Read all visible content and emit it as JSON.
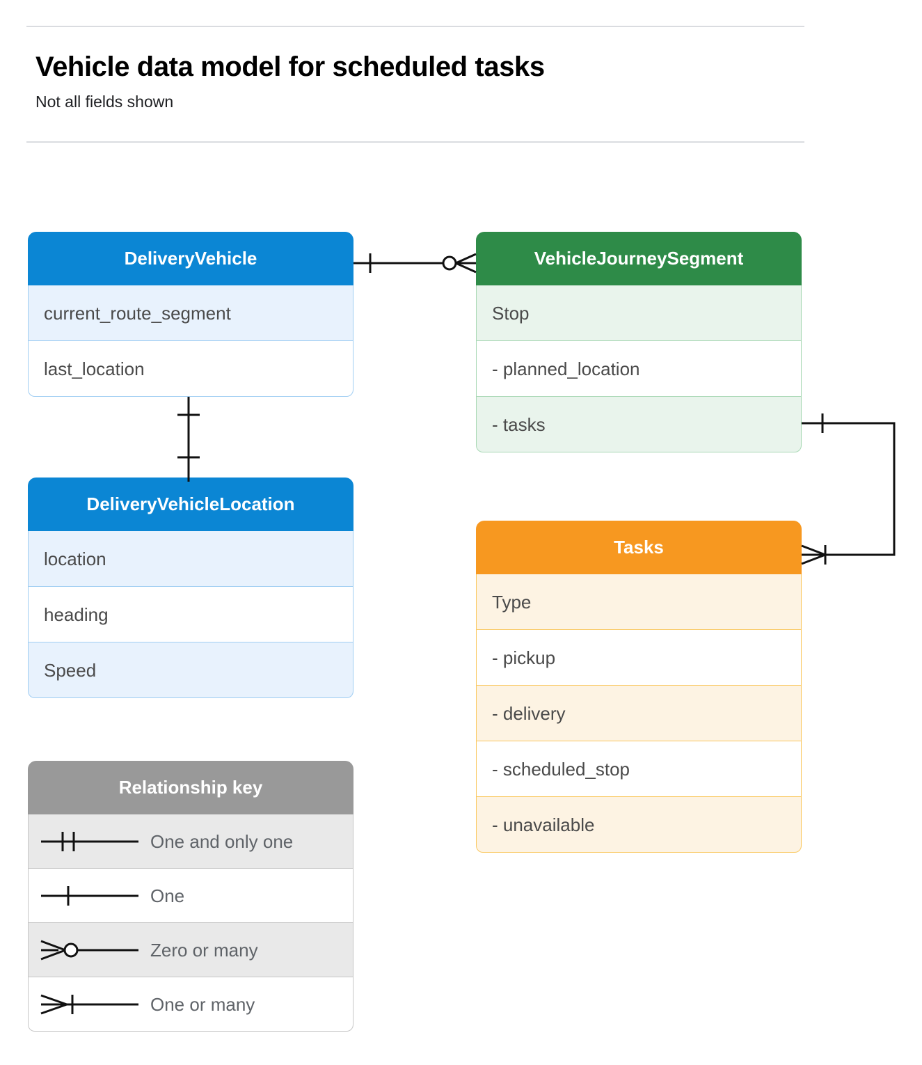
{
  "header": {
    "title": "Vehicle data model for scheduled tasks",
    "subtitle": "Not all fields shown"
  },
  "entities": [
    {
      "id": "delivery-vehicle",
      "name": "DeliveryVehicle",
      "color": "#0b86d4",
      "rows": [
        "current_route_segment",
        "last_location"
      ]
    },
    {
      "id": "delivery-vehicle-location",
      "name": "DeliveryVehicleLocation",
      "color": "#0b86d4",
      "rows": [
        "location",
        "heading",
        "Speed"
      ]
    },
    {
      "id": "vehicle-journey-segment",
      "name": "VehicleJourneySegment",
      "color": "#2e8b48",
      "rows": [
        "Stop",
        "-  planned_location",
        "- tasks"
      ]
    },
    {
      "id": "tasks",
      "name": "Tasks",
      "color": "#f79820",
      "rows": [
        "Type",
        "-  pickup",
        "-  delivery",
        "-  scheduled_stop",
        "-  unavailable"
      ]
    }
  ],
  "legend": {
    "title": "Relationship key",
    "header_color": "#999999",
    "items": [
      {
        "symbol": "one-and-only-one",
        "label": "One and only one"
      },
      {
        "symbol": "one",
        "label": "One"
      },
      {
        "symbol": "zero-or-many",
        "label": "Zero or many"
      },
      {
        "symbol": "one-or-many",
        "label": "One or many"
      }
    ]
  },
  "relationships": [
    {
      "id": "vehicle-to-journey-segment",
      "from": "DeliveryVehicle",
      "to": "VehicleJourneySegment",
      "from_cardinality": "One",
      "to_cardinality": "Zero or many"
    },
    {
      "id": "vehicle-to-vehicle-location",
      "from": "DeliveryVehicle",
      "to": "DeliveryVehicleLocation",
      "from_cardinality": "One",
      "to_cardinality": "One"
    },
    {
      "id": "journey-segment-tasks-to-tasks",
      "from": "VehicleJourneySegment.tasks",
      "to": "Tasks",
      "from_cardinality": "One",
      "to_cardinality": "One or many"
    }
  ],
  "line_color": "#111111"
}
